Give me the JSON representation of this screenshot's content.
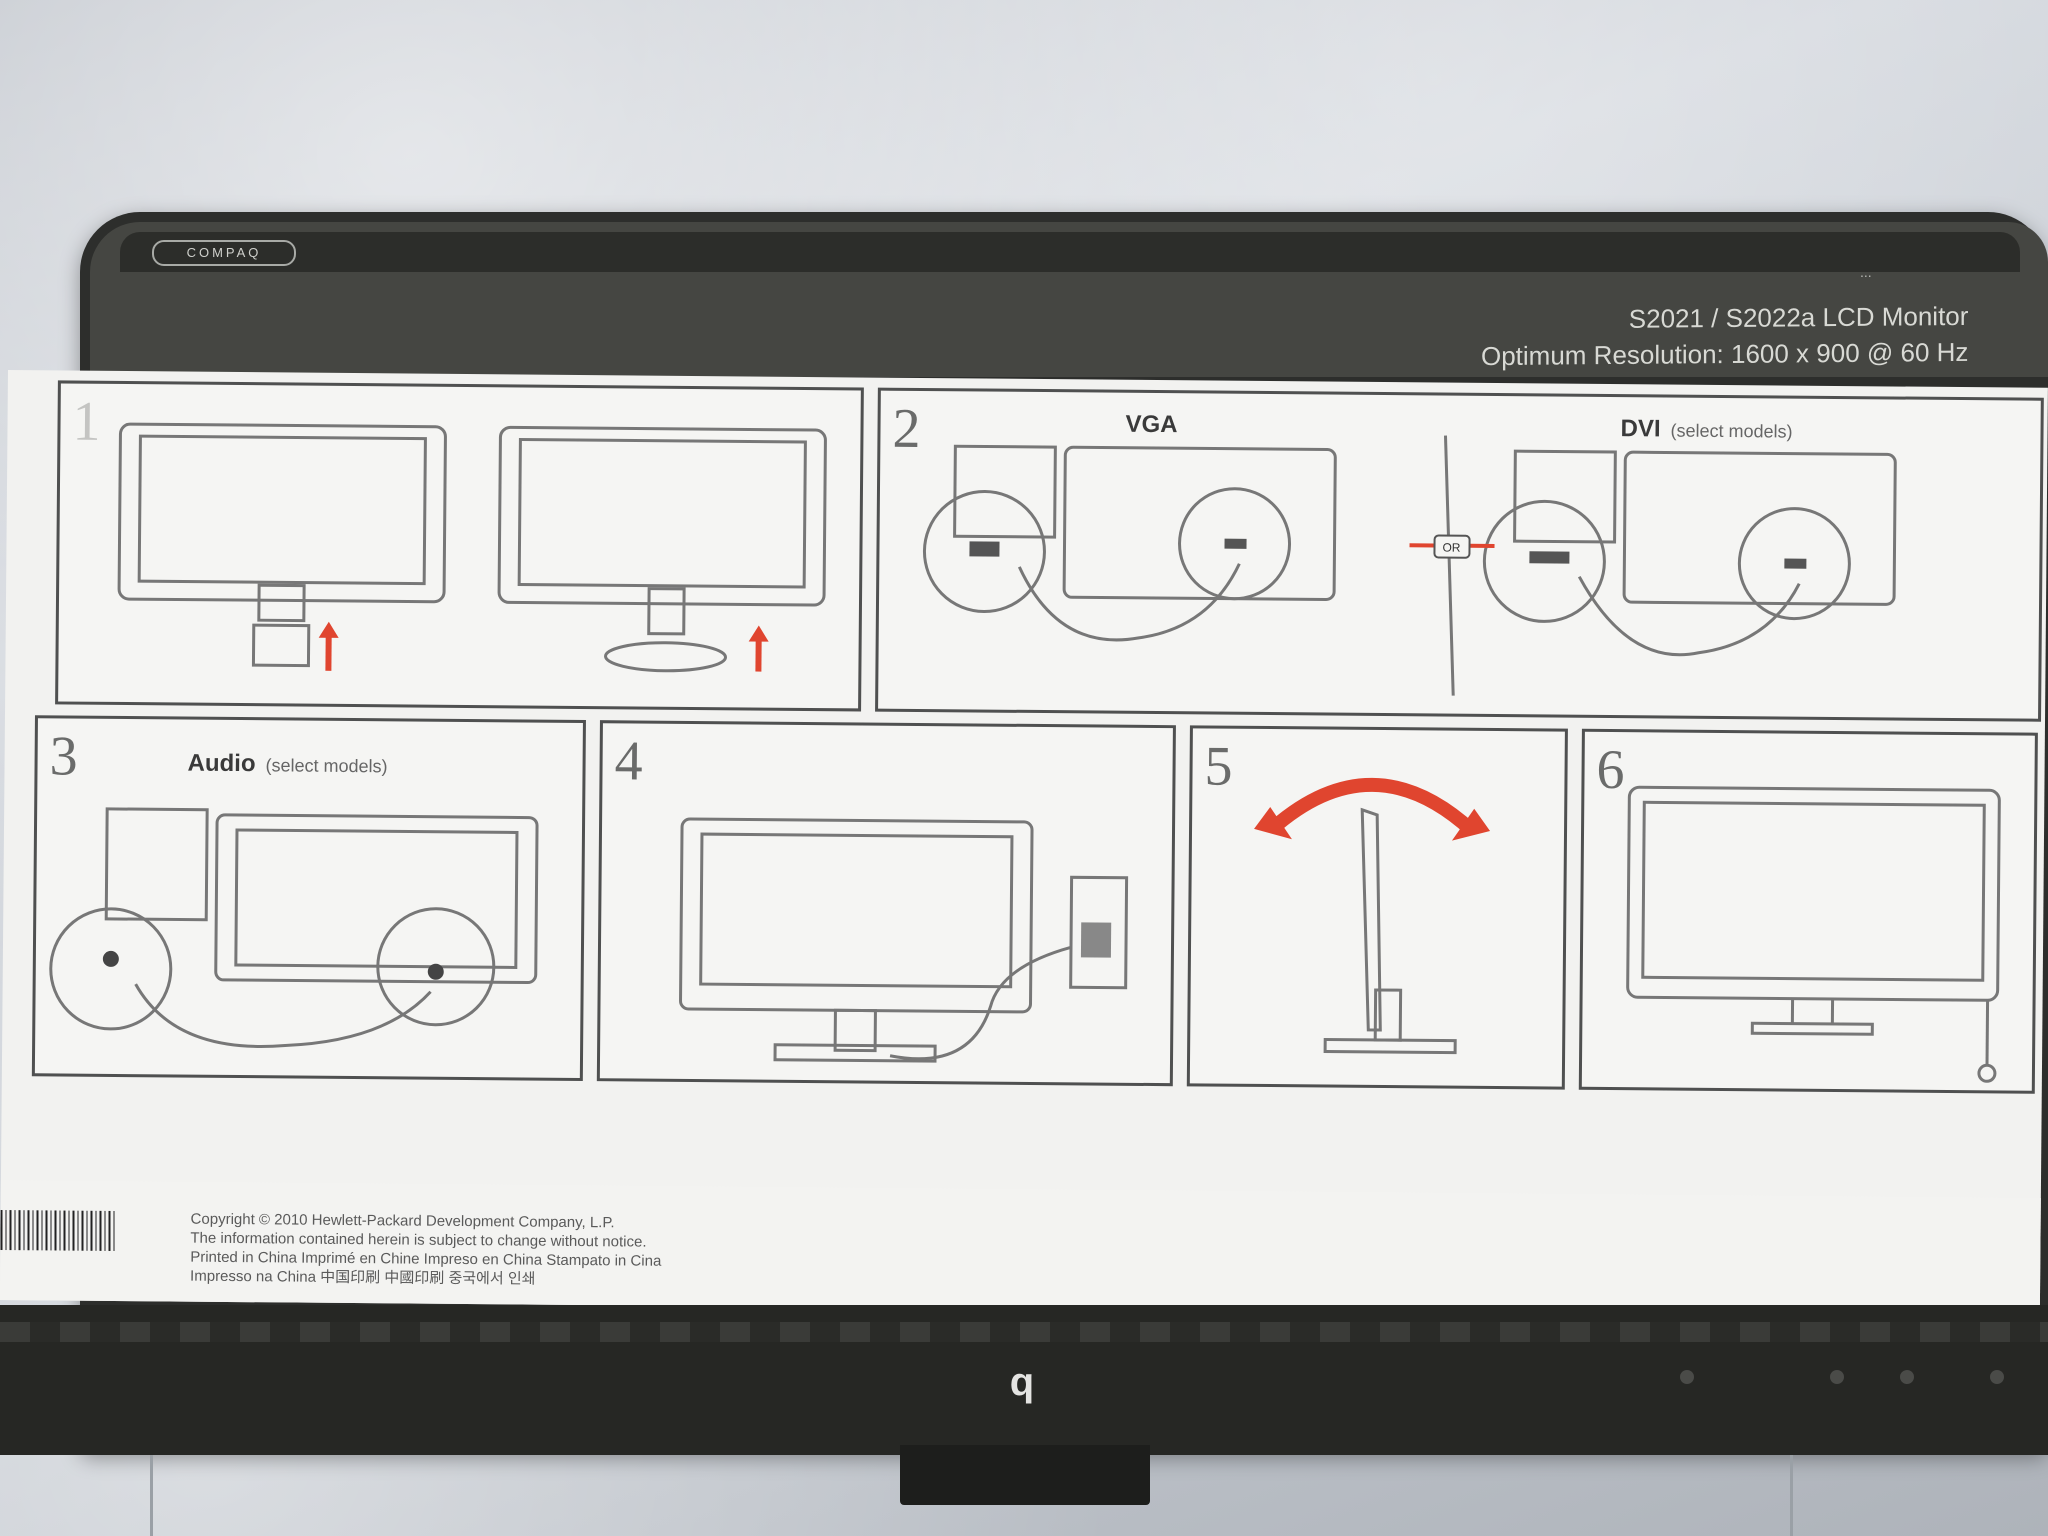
{
  "brand": "COMPAQ",
  "model_number": "...",
  "header": {
    "line1": "S2021 / S2022a LCD Monitor",
    "line2": "Optimum Resolution: 1600 x 900 @ 60 Hz"
  },
  "steps": [
    {
      "number": "1",
      "label": ""
    },
    {
      "number": "2",
      "label": ""
    },
    {
      "number": "3",
      "label": "Audio",
      "sublabel": "(select models)"
    },
    {
      "number": "4",
      "label": ""
    },
    {
      "number": "5",
      "label": ""
    },
    {
      "number": "6",
      "label": ""
    }
  ],
  "step2": {
    "vga_label": "VGA",
    "dvi_label": "DVI",
    "dvi_sublabel": "(select models)",
    "divider_label": "OR"
  },
  "footer": {
    "copyright_lines": [
      "Copyright © 2010 Hewlett-Packard Development Company, L.P.",
      "The information contained herein is subject to change without notice.",
      "Printed in China  Imprimé en Chine  Impreso en China  Stampato in Cina",
      "Impresso na China  中国印刷  中國印刷  중국에서 인쇄"
    ]
  },
  "bezel_logo": "q",
  "colors": {
    "accent_arrow": "#e0452f",
    "line_art": "#6a6b6a",
    "panel_border": "#4f5050"
  }
}
